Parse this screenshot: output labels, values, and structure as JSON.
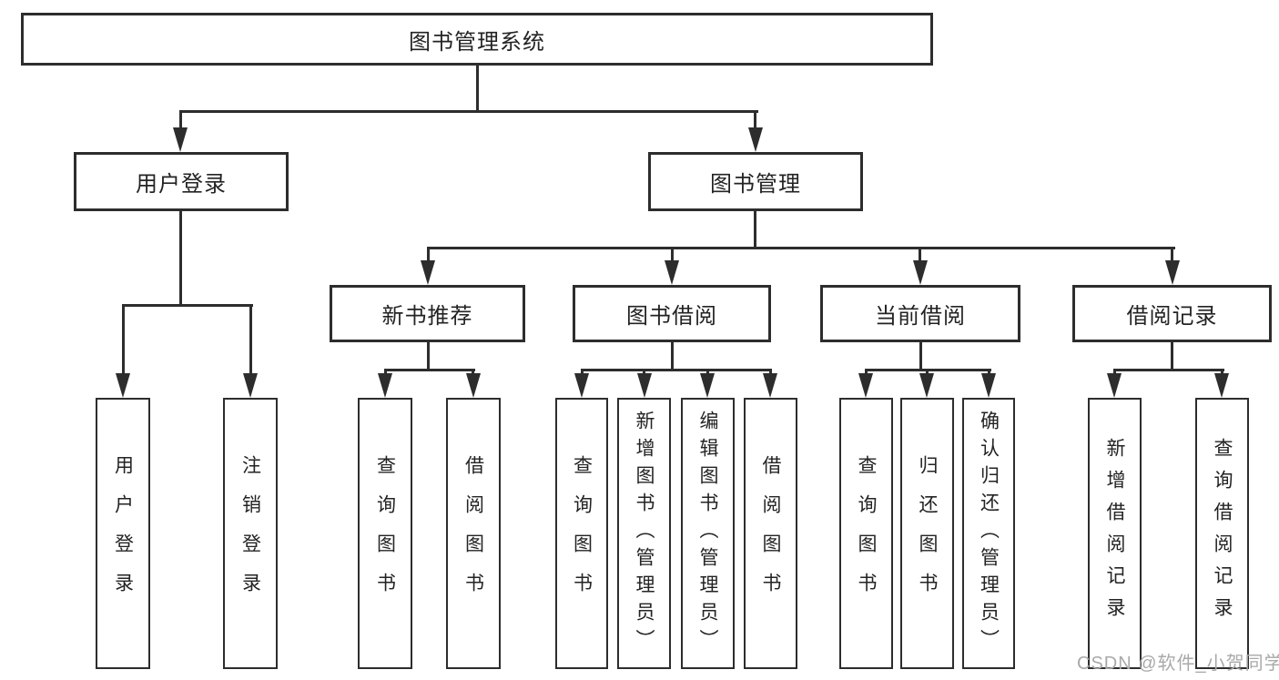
{
  "diagram": {
    "title": "图书管理系统",
    "level2": {
      "user_login": "用户登录",
      "book_mgmt": "图书管理"
    },
    "level3": {
      "new_book_rec": "新书推荐",
      "book_borrow": "图书借阅",
      "current_borrow": "当前借阅",
      "borrow_record": "借阅记录"
    },
    "leaves": {
      "login_user_login": "用户登录",
      "login_logout": "注销登录",
      "newbook_query": "查询图书",
      "newbook_borrow": "借阅图书",
      "borrow_query": "查询图书",
      "borrow_add": "新增图书（管理员）",
      "borrow_edit": "编辑图书（管理员）",
      "borrow_borrow": "借阅图书",
      "current_query": "查询图书",
      "current_return": "归还图书",
      "current_confirm": "确认归还（管理员）",
      "record_add": "新增借阅记录",
      "record_query": "查询借阅记录"
    }
  },
  "watermark": "CSDN @软件_小贺同学",
  "colors": {
    "line": "#2d2d2d",
    "text": "#232323",
    "background": "#ffffff",
    "watermark": "#a9a9a9"
  }
}
